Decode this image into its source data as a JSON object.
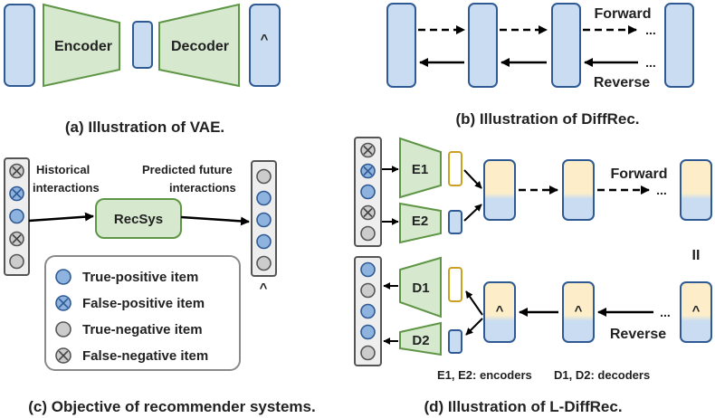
{
  "panel_a": {
    "caption": "(a) Illustration of VAE.",
    "encoder_label": "Encoder",
    "decoder_label": "Decoder",
    "hat_symbol": "^"
  },
  "panel_b": {
    "caption": "(b) Illustration of DiffRec.",
    "forward_label": "Forward",
    "reverse_label": "Reverse",
    "ellipsis": "..."
  },
  "panel_c": {
    "caption": "(c) Objective of recommender systems.",
    "historical_line1": "Historical",
    "historical_line2": "interactions",
    "predicted_line1": "Predicted future",
    "predicted_line2": "interactions",
    "recsys_label": "RecSys",
    "hat_symbol": "^",
    "legend": [
      {
        "icon": "true-positive",
        "label": "True-positive item"
      },
      {
        "icon": "false-positive",
        "label": "False-positive item"
      },
      {
        "icon": "true-negative",
        "label": "True-negative item"
      },
      {
        "icon": "false-negative",
        "label": "False-negative item"
      }
    ]
  },
  "panel_d": {
    "caption": "(d) Illustration of L-DiffRec.",
    "e1_label": "E1",
    "e2_label": "E2",
    "d1_label": "D1",
    "d2_label": "D2",
    "forward_label": "Forward",
    "reverse_label": "Reverse",
    "equals_symbol": "II",
    "ellipsis": "...",
    "hat_symbol": "^",
    "encoders_note": "E1, E2: encoders",
    "decoders_note": "D1, D2: decoders"
  },
  "colors": {
    "block_fill": "#c9dcf1",
    "block_stroke": "#2f5a93",
    "network_fill": "#d6e9cf",
    "network_stroke": "#5f9646",
    "latent_stroke": "#caa124",
    "noise_fill": "#fdeec9",
    "item_blue": "#8fb3df",
    "item_gray": "#cccccc"
  }
}
